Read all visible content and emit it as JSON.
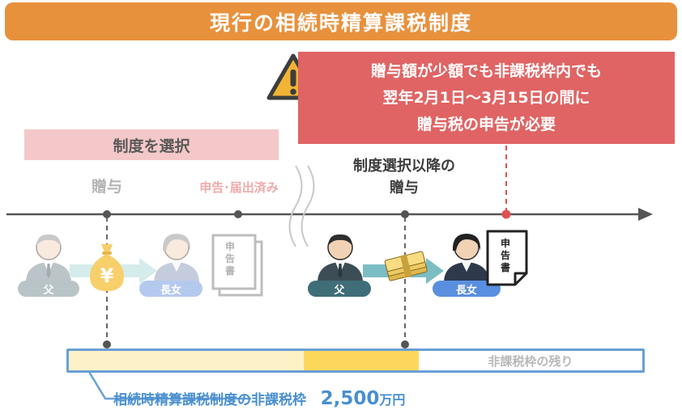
{
  "title": "現行の相続時精算課税制度",
  "warning": {
    "lines": [
      "贈与額が少額でも非課税枠内でも",
      "翌年2月1日〜3月15日の間に",
      "贈与税の申告が必要"
    ],
    "icon": "warning-triangle-icon",
    "color": "#e06464"
  },
  "left": {
    "choose_label": "制度を選択",
    "gift_label": "贈与",
    "filed_label": "申告･届出済み",
    "father": "父",
    "daughter": "長女",
    "doc": [
      "申",
      "告",
      "書"
    ]
  },
  "right": {
    "after_label_line1": "制度選択以降の",
    "after_label_line2": "贈与",
    "father": "父",
    "daughter": "長女",
    "doc": [
      "申",
      "告",
      "書"
    ]
  },
  "bar": {
    "remaining_label": "非課税枠の残り",
    "used_light_fraction": 0.41,
    "used_dark_fraction": 0.2,
    "colors": {
      "light": "#fdf1c8",
      "dark": "#fdd65c",
      "border": "#6a9fd6"
    }
  },
  "caption": {
    "text": "相続時精算課税制度の非課税枠",
    "amount": "2,500",
    "unit": "万円"
  },
  "colors": {
    "orange": "#e8913d",
    "timeline": "#555555",
    "red_dot": "#e05050"
  }
}
